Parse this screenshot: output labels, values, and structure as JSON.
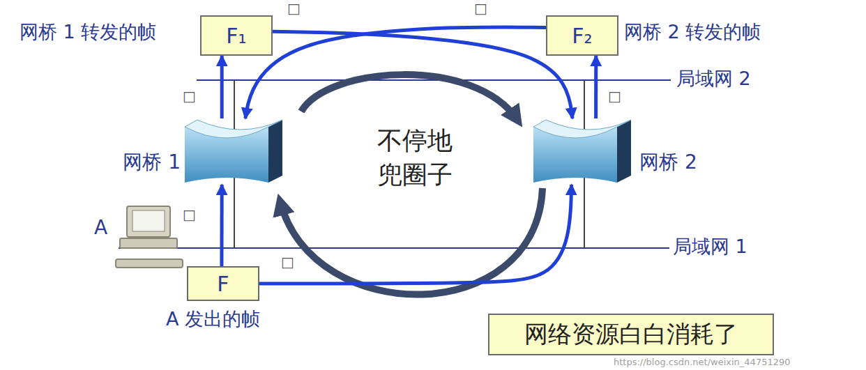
{
  "diagram": {
    "nodes": [
      {
        "text": [
          "F₁"
        ]
      },
      {
        "text": [
          "F₂"
        ]
      },
      {
        "text": [
          "网桥 1"
        ]
      },
      {
        "text": [
          "网桥 2"
        ]
      },
      {
        "text": [
          "F"
        ]
      },
      {
        "text": [
          "网络资源白白消耗了"
        ]
      }
    ],
    "edges": [
      {
        "from": 4,
        "to": 2,
        "arrow": "to"
      },
      {
        "from": 2,
        "to": 0,
        "arrow": "to"
      },
      {
        "from": 4,
        "to": 3,
        "arrow": "to"
      },
      {
        "from": 3,
        "to": 1,
        "arrow": "to"
      },
      {
        "from": 0,
        "to": 3,
        "arrow": "to"
      },
      {
        "from": 1,
        "to": 2,
        "arrow": "to"
      }
    ],
    "labels": [
      "网桥 1 转发的帧",
      "网桥 2 转发的帧",
      "局域网 2",
      "局域网 1",
      "A",
      "A 发出的帧",
      "不停地 兜圈子",
      "□",
      "□",
      "□",
      "□",
      "□",
      "□",
      "https://blog.csdn.net/weixin_44751290"
    ]
  }
}
